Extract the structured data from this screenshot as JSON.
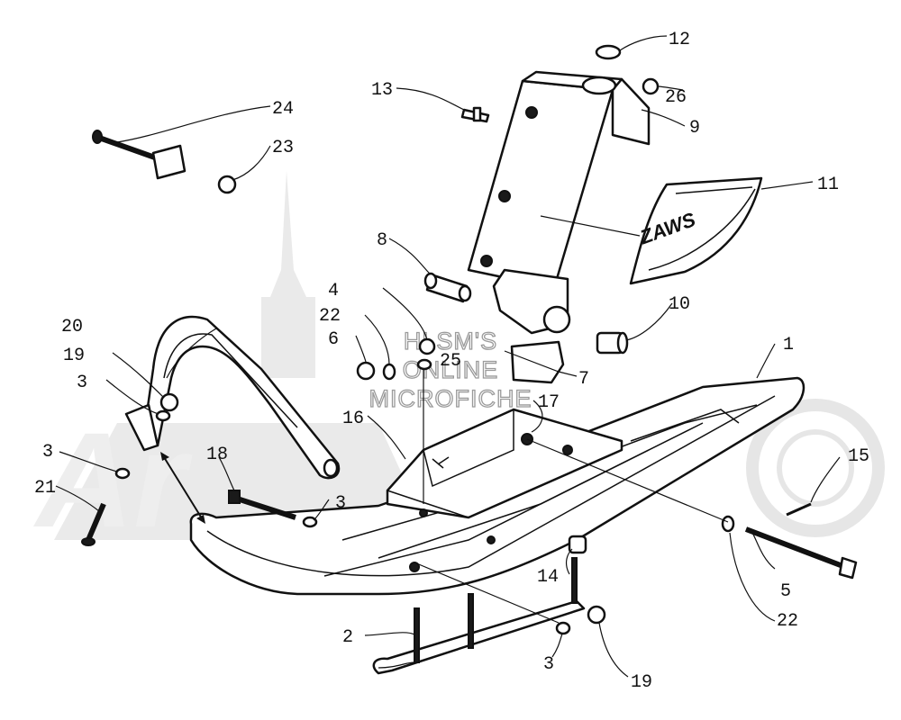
{
  "watermark": {
    "line1": "HLSM'S",
    "line2": "ONLINE",
    "line3": "MICROFICHE"
  },
  "callouts": {
    "c1": "1",
    "c2": "2",
    "c3a": "3",
    "c3b": "3",
    "c3c": "3",
    "c3d": "3",
    "c4": "4",
    "c5": "5",
    "c6": "6",
    "c7": "7",
    "c8": "8",
    "c9": "9",
    "c10": "10",
    "c11": "11",
    "c12": "12",
    "c13": "13",
    "c14": "14",
    "c15": "15",
    "c16": "16",
    "c17": "17",
    "c18": "18",
    "c19a": "19",
    "c19b": "19",
    "c20": "20",
    "c21": "21",
    "c22a": "22",
    "c22b": "22",
    "c23": "23",
    "c24": "24",
    "c25": "25",
    "c26": "26"
  },
  "decal_text": "ZAWS"
}
